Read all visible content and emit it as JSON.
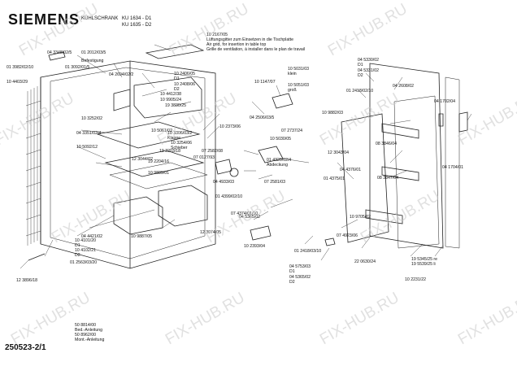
{
  "header": {
    "brand": "SIEMENS",
    "product_type": "KÜHLSCHRANK",
    "model_1": "KU 1634 - D1",
    "model_2": "KU 1635 - D2",
    "sheet_id": "250523-2/1"
  },
  "watermark_text": "FIX-HUB.RU",
  "footer": [
    {
      "number": "50 8814/00",
      "label": "Bed.-Anleitung"
    },
    {
      "number": "50 8962/00",
      "label": "Mont.-Anleitung"
    }
  ],
  "callouts": [
    {
      "text": "04 3348/02/5"
    },
    {
      "text": "01 2012/03/5"
    },
    {
      "text": "Befestigung"
    },
    {
      "text": "01 3982/02/10"
    },
    {
      "text": "01 3092/01/5"
    },
    {
      "text": "04 2694/02/2"
    },
    {
      "text": "10 4403/29"
    },
    {
      "text": "10 2167/05"
    },
    {
      "text": "Lüftungsgitter zum Einsetzen in die Tischplatte"
    },
    {
      "text": "Air grid, for insertion in table top"
    },
    {
      "text": "Grille de ventilation, à installer dans le plan de travail"
    },
    {
      "text": "10 2406/05"
    },
    {
      "text": "D1"
    },
    {
      "text": "10 2408/06"
    },
    {
      "text": "D2"
    },
    {
      "text": "10 4412/38"
    },
    {
      "text": "10 9905/24"
    },
    {
      "text": "19 3830/25"
    },
    {
      "text": "10 3252/02"
    },
    {
      "text": "04 3351/02/4"
    },
    {
      "text": "10 5092/12"
    },
    {
      "text": "10 3306/03/2"
    },
    {
      "text": "Klappe"
    },
    {
      "text": "10 5061/02"
    },
    {
      "text": "19 2203/18"
    },
    {
      "text": "10 3254/06"
    },
    {
      "text": "Schieber"
    },
    {
      "text": "12 3044/02"
    },
    {
      "text": "19 2204/16"
    },
    {
      "text": "10 9889/01"
    },
    {
      "text": "04 4421/02"
    },
    {
      "text": "10 4101/20"
    },
    {
      "text": "D1"
    },
    {
      "text": "10 4102/21"
    },
    {
      "text": "D2"
    },
    {
      "text": "10 9887/05"
    },
    {
      "text": "12 3074/05"
    },
    {
      "text": "01 2563/03/20"
    },
    {
      "text": "12 3896/18"
    },
    {
      "text": "10 1147/07"
    },
    {
      "text": "10 5031/03"
    },
    {
      "text": "klein"
    },
    {
      "text": "10 5051/03"
    },
    {
      "text": "groß"
    },
    {
      "text": "10 2373/06"
    },
    {
      "text": "04 2506/03/5"
    },
    {
      "text": "07 2737/24"
    },
    {
      "text": "10 5030/05"
    },
    {
      "text": "07 2582/08"
    },
    {
      "text": "07 0127/93"
    },
    {
      "text": "04 4933/03"
    },
    {
      "text": "01 4399/02/10"
    },
    {
      "text": "07 4374/01/10"
    },
    {
      "text": "04 5365/02"
    },
    {
      "text": "01 4320/02/4"
    },
    {
      "text": "Abdeckung"
    },
    {
      "text": "07 2581/03"
    },
    {
      "text": "10 2393/04"
    },
    {
      "text": "04 5330/02"
    },
    {
      "text": "D1"
    },
    {
      "text": "04 5331/02"
    },
    {
      "text": "D2"
    },
    {
      "text": "01 2418/02/10"
    },
    {
      "text": "04 2608/02"
    },
    {
      "text": "04 1702/04"
    },
    {
      "text": "04 1704/01"
    },
    {
      "text": "10 9882/03"
    },
    {
      "text": "12 3043/04"
    },
    {
      "text": "08 3846/04"
    },
    {
      "text": "04 4376/01"
    },
    {
      "text": "01 4375/01"
    },
    {
      "text": "08 3847/04"
    },
    {
      "text": "10 9705/02"
    },
    {
      "text": "07 4923/06"
    },
    {
      "text": "01 2418/03/10"
    },
    {
      "text": "04 5753/03"
    },
    {
      "text": "D1"
    },
    {
      "text": "04 5365/02"
    },
    {
      "text": "D2"
    },
    {
      "text": "22 0630/24"
    },
    {
      "text": "19 5345/25 re"
    },
    {
      "text": "19 5539/25 li"
    },
    {
      "text": "10 2231/22"
    }
  ]
}
